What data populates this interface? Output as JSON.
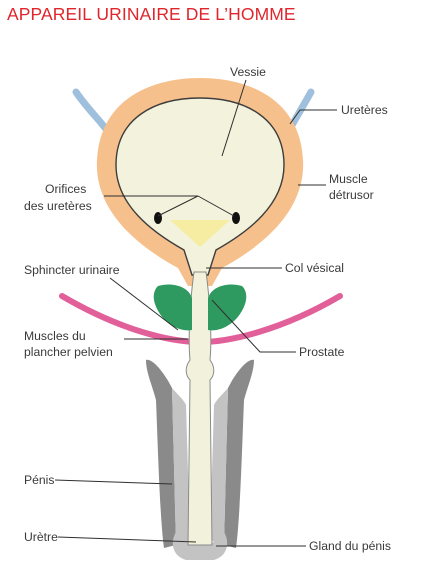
{
  "title": "APPAREIL URINAIRE DE L’HOMME",
  "colors": {
    "title": "#e0262c",
    "bladder_wall": "#f6c08c",
    "bladder_interior": "#f3f2dc",
    "trigone": "#f6ec9e",
    "ureter": "#9fc0dc",
    "sphincter_prostate": "#2f9a60",
    "pelvic_floor": "#e2609a",
    "penis_dark": "#8a8a8a",
    "penis_light": "#c3c3c3",
    "urethra": "#f1f1dc"
  },
  "labels": {
    "vessie": "Vessie",
    "ureteres": "Uretères",
    "muscle_detrusor_1": "Muscle",
    "muscle_detrusor_2": "détrusor",
    "orifices_1": "Orifices",
    "orifices_2": "des uretères",
    "sphincter": "Sphincter urinaire",
    "col_vesical": "Col vésical",
    "muscles_plancher_1": "Muscles du",
    "muscles_plancher_2": "plancher pelvien",
    "prostate": "Prostate",
    "penis": "Pénis",
    "uretre": "Urètre",
    "gland": "Gland du pénis"
  }
}
